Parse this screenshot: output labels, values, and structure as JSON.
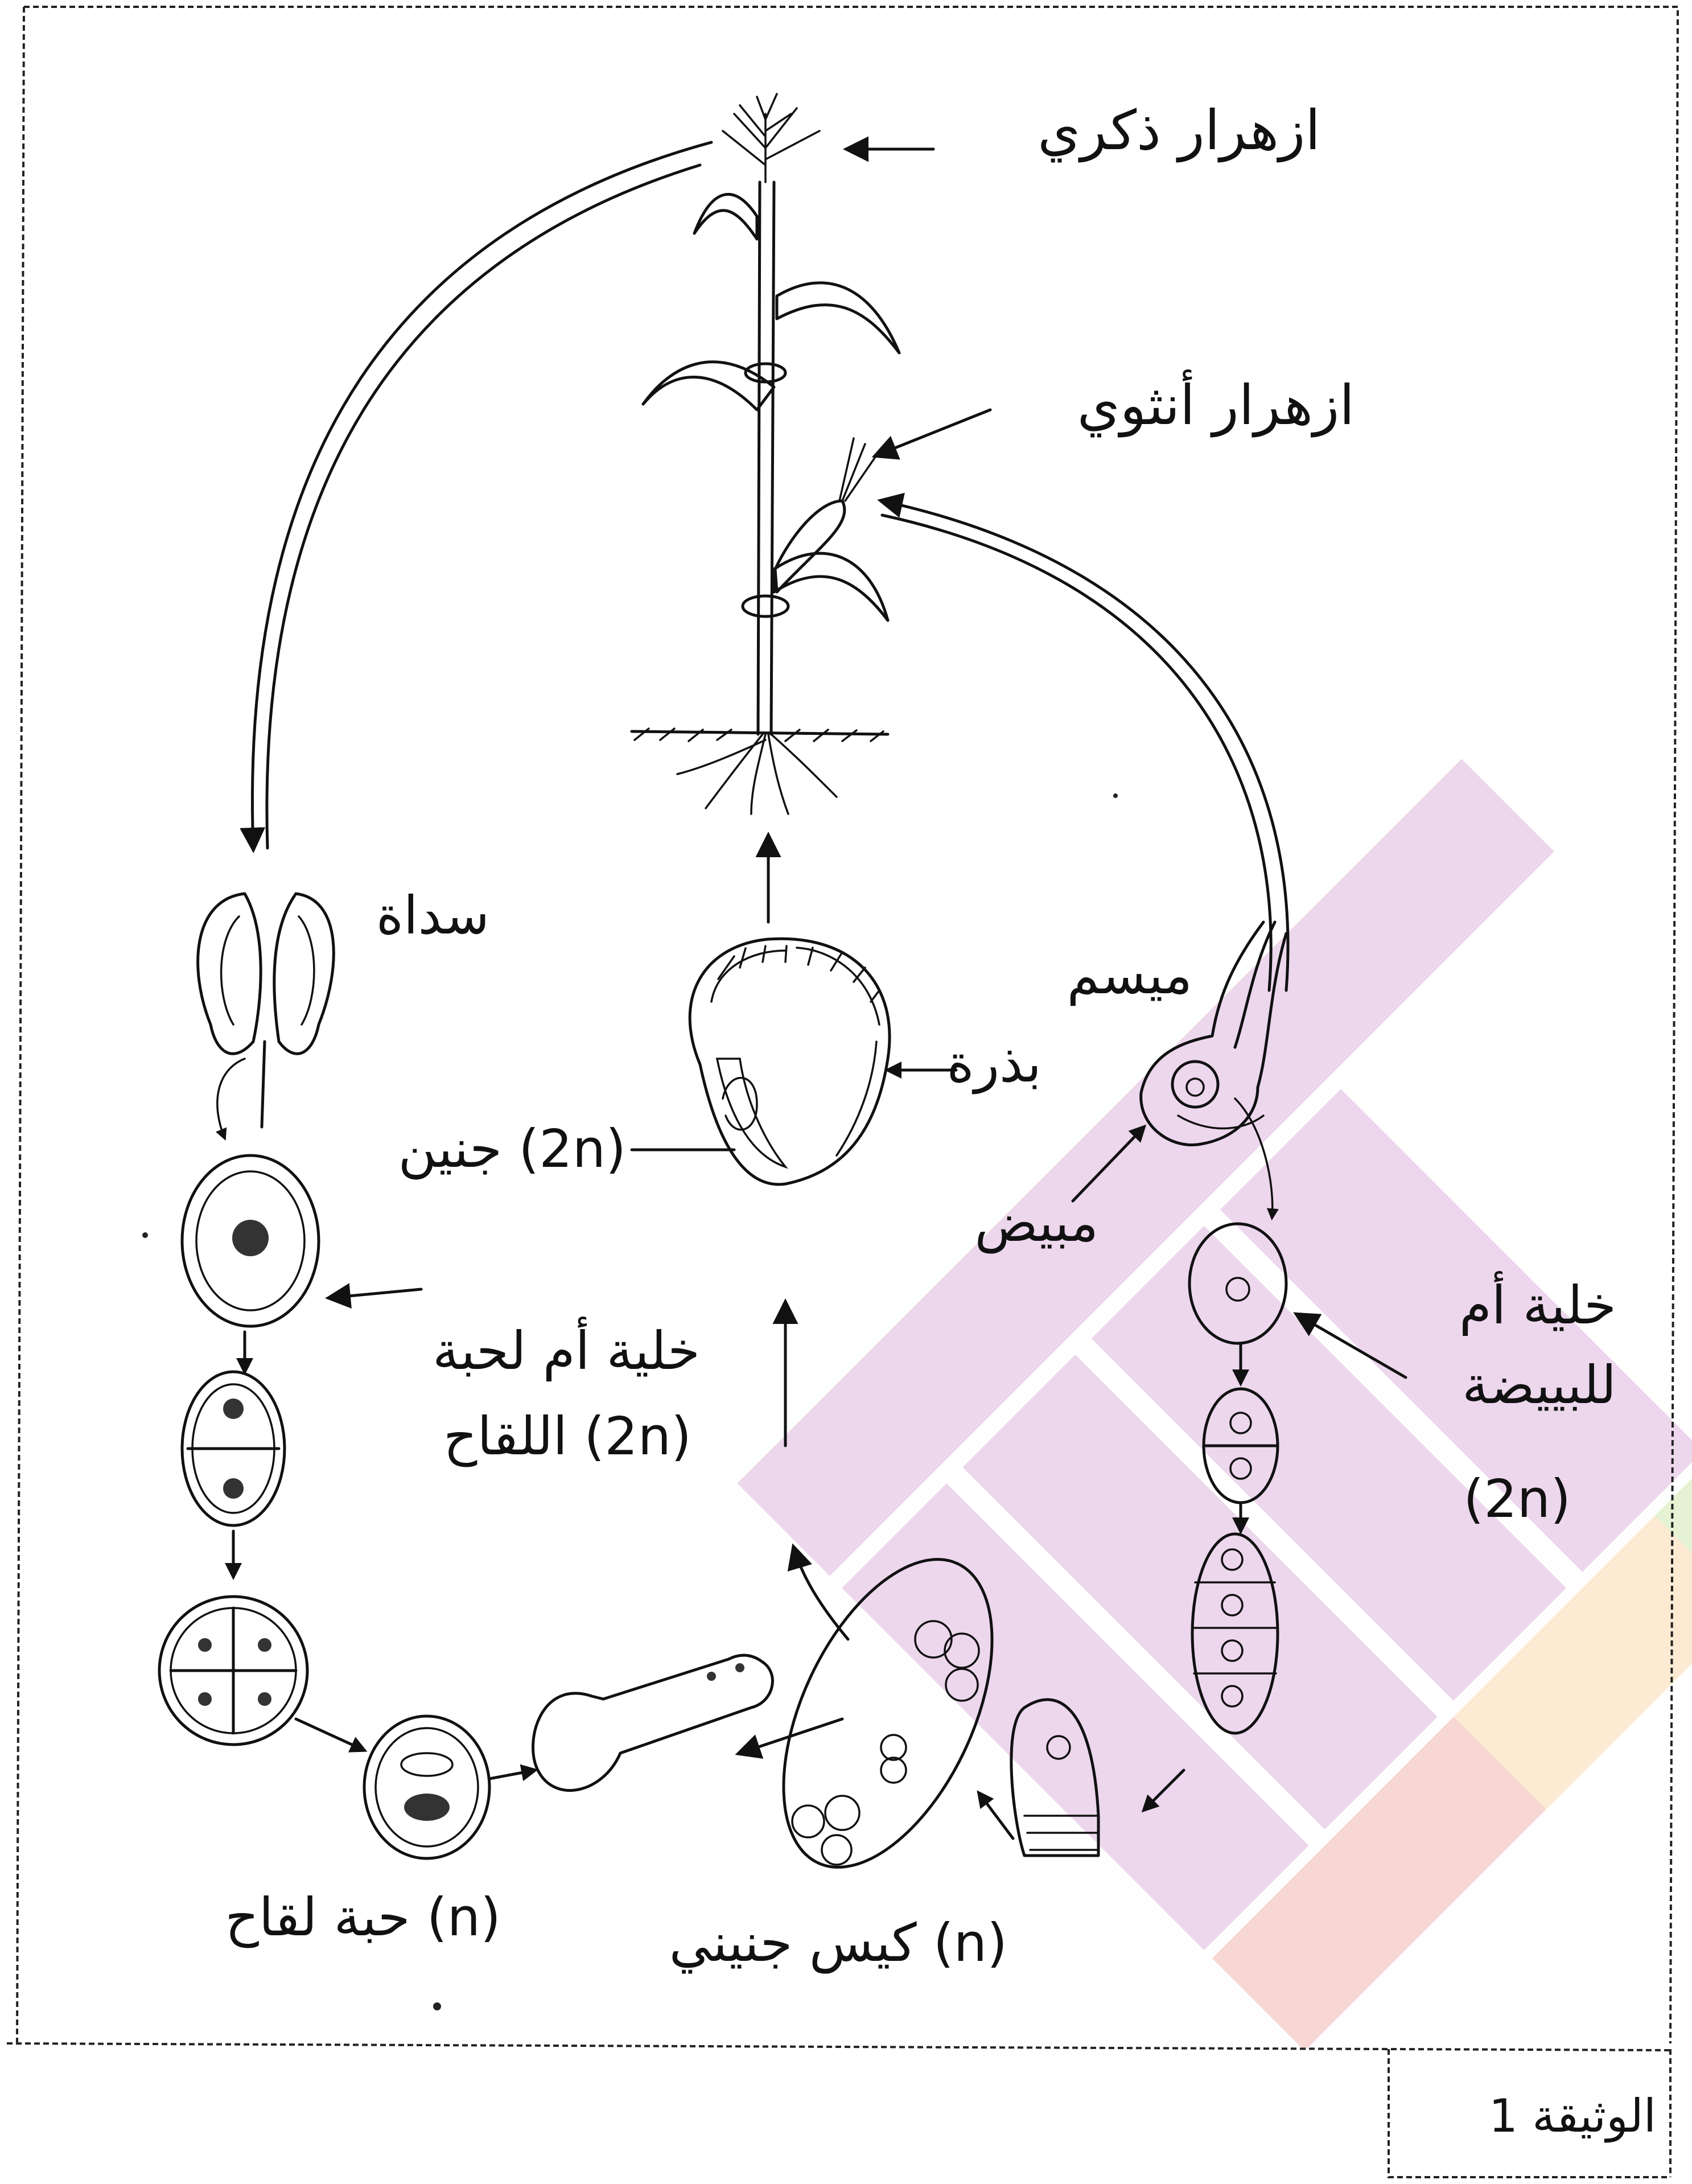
{
  "labels": {
    "male_flower": "ازهرار ذكري",
    "female_flower": "ازهرار أنثوي",
    "anther": "سداة",
    "stigma": "ميسم",
    "seed": "بذرة",
    "embryo": "جنين (2n)",
    "ovary": "مبيض",
    "pollen_mother_cell_line1": "خلية أم لحبة",
    "pollen_mother_cell_line2": "اللقاح (2n)",
    "egg_mother_cell_line1": "خلية أم",
    "egg_mother_cell_line2": "للبييضة",
    "egg_mother_cell_line3": "(2n)",
    "pollen_grain": "حبة لقاح (n)",
    "embryo_sac": "كيس جنيني (n)"
  },
  "document": {
    "label": "الوثيقة 1"
  },
  "colors": {
    "line": "#111111",
    "paper": "#ffffff",
    "watermark_purple": "#b24fb0",
    "watermark_red": "#e0473a",
    "watermark_orange": "#f2a33a",
    "watermark_green": "#8cc63f"
  }
}
